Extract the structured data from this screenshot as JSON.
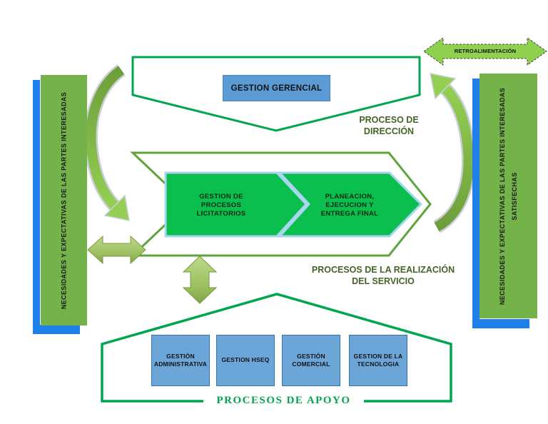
{
  "colors": {
    "vivid_green": "#00A550",
    "olive_green_border": "#5DA53C",
    "chevron_green_fill": "#0ABF4E",
    "chevron_border_light_blue": "#A8D5F0",
    "bar_green": "#74B24A",
    "accent_blue": "#1F7FE8",
    "support_box_blue": "#6CA6D9",
    "support_box_border": "#2E75B6",
    "header_box_blue": "#5B9BD5",
    "caption_dark_green": "#446327",
    "feedback_arrow_green": "#8FD14F"
  },
  "left_bar": {
    "label": "NECESIDADES Y EXPECTATIVAS DE LAS PARTES INTERESADAS"
  },
  "right_bar": {
    "line1": "NECESIDADES Y EXPECTATIVAS DE LAS PARTES INTERESADAS",
    "line2": "SATISFECHAS"
  },
  "feedback": {
    "label": "RETROALIMENTACIÓN"
  },
  "direction_process": {
    "box_label": "GESTION GERENCIAL",
    "caption_line1": "PROCESO DE",
    "caption_line2": "DIRECCIÓN"
  },
  "realization_process": {
    "chevron1_label": "GESTION DE PROCESOS LICITATORIOS",
    "chevron2_label": "PLANEACION, EJECUCION Y ENTREGA FINAL",
    "caption_line1": "PROCESOS DE LA REALIZACIÓN",
    "caption_line2": "DEL SERVICIO"
  },
  "support_process": {
    "caption": "PROCESOS DE APOYO",
    "boxes": [
      {
        "label": "GESTIÓN ADMINISTRATIVA"
      },
      {
        "label": "GESTION HSEQ"
      },
      {
        "label": "GESTIÓN COMERCIAL"
      },
      {
        "label": "GESTION DE LA TECNOLOGIA"
      }
    ]
  }
}
